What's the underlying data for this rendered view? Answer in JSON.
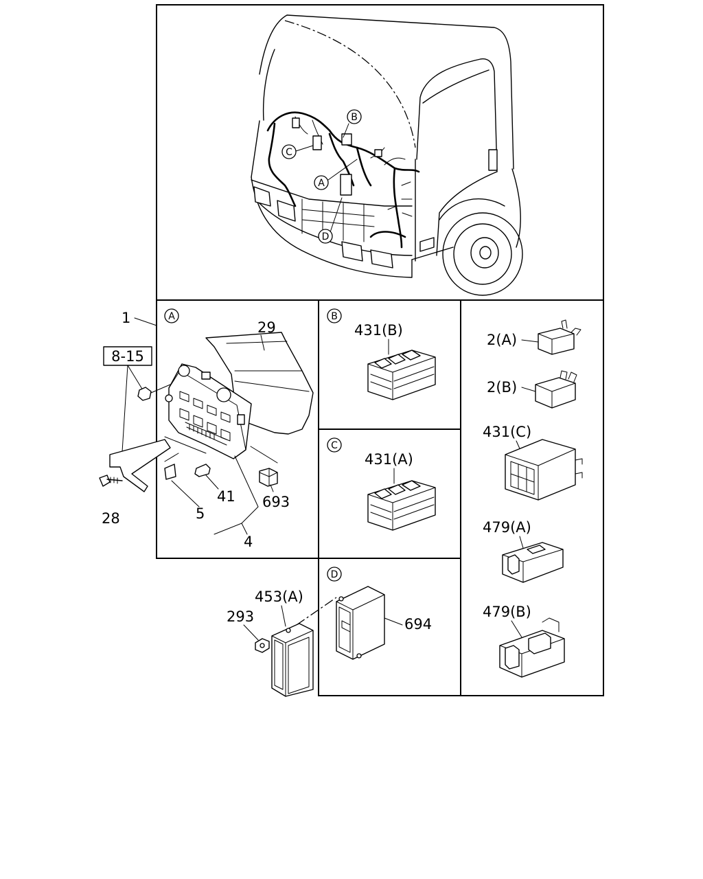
{
  "callouts": {
    "A": "A",
    "B": "B",
    "C": "C",
    "D": "D"
  },
  "labels": {
    "p1": "1",
    "p8_15": "8-15",
    "p28": "28",
    "p29": "29",
    "p5": "5",
    "p41": "41",
    "p4": "4",
    "p693": "693",
    "p431B": "431(B)",
    "p431A": "431(A)",
    "p2A": "2(A)",
    "p2B": "2(B)",
    "p431C": "431(C)",
    "p479A": "479(A)",
    "p479B": "479(B)",
    "p453A": "453(A)",
    "p293": "293",
    "p694": "694"
  }
}
